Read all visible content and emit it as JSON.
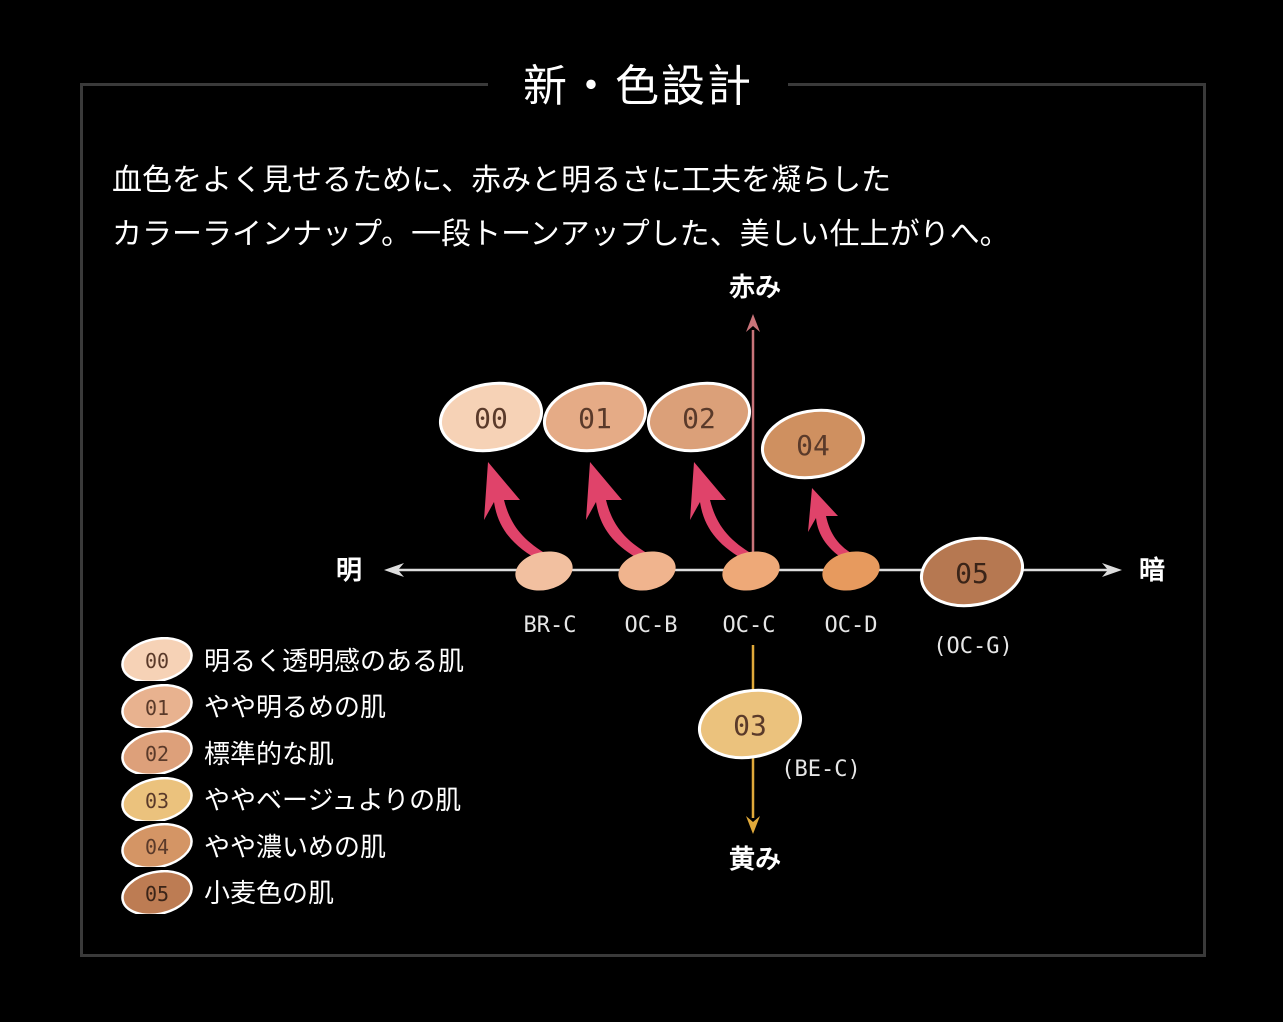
{
  "title": "新・色設計",
  "intro": {
    "line1": "血色をよく見せるために、赤みと明るさに工夫を凝らした",
    "line2": "カラーラインナップ。一段トーンアップした、美しい仕上がりへ。"
  },
  "axes": {
    "top": "赤み",
    "bottom": "黄み",
    "left": "明",
    "right": "暗",
    "top_color": "#c9747a",
    "bottom_color": "#e0a93a",
    "horizontal_color": "#dddddd"
  },
  "base_labels": [
    {
      "id": "br-c",
      "text": "BR-C",
      "color": "#f2c0a0"
    },
    {
      "id": "oc-b",
      "text": "OC-B",
      "color": "#f0b48e"
    },
    {
      "id": "oc-c",
      "text": "OC-C",
      "color": "#eea978"
    },
    {
      "id": "oc-d",
      "text": "OC-D",
      "color": "#e79a5e"
    }
  ],
  "shades": [
    {
      "id": "00",
      "label": "00",
      "color": "#f6d2b6"
    },
    {
      "id": "01",
      "label": "01",
      "color": "#e5ab86"
    },
    {
      "id": "02",
      "label": "02",
      "color": "#dba079"
    },
    {
      "id": "04",
      "label": "04",
      "color": "#cf9060"
    },
    {
      "id": "05",
      "label": "05",
      "color": "#b67851",
      "note": "(OC-G)"
    },
    {
      "id": "03",
      "label": "03",
      "color": "#ebc27d",
      "note": "(BE-C)"
    }
  ],
  "arrow_color": "#e0436a",
  "legend": [
    {
      "code": "00",
      "text": "明るく透明感のある肌",
      "color": "#f6d2b6"
    },
    {
      "code": "01",
      "text": "やや明るめの肌",
      "color": "#e8b28f"
    },
    {
      "code": "02",
      "text": "標準的な肌",
      "color": "#dda07a"
    },
    {
      "code": "03",
      "text": "ややベージュよりの肌",
      "color": "#ebc27d"
    },
    {
      "code": "04",
      "text": "やや濃いめの肌",
      "color": "#d49565"
    },
    {
      "code": "05",
      "text": "小麦色の肌",
      "color": "#bd7c53"
    }
  ]
}
